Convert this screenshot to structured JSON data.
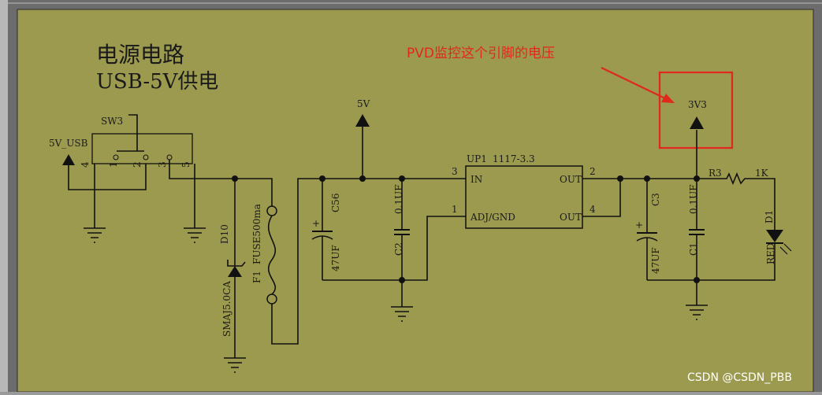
{
  "title": {
    "line1": "电源电路",
    "line2": "USB-5V供电"
  },
  "annotation": {
    "text": "PVD监控这个引脚的电压",
    "color": "#e0281e"
  },
  "watermark": "CSDN @CSDN_PBB",
  "colors": {
    "sheet": "#9c9a4f",
    "frame": "#6d6c6c",
    "wire": "#111111",
    "highlight": "#e0281e"
  },
  "power": {
    "usb": "5V_USB",
    "v5": "5V",
    "v33": "3V3"
  },
  "switch": {
    "ref": "SW3",
    "pins": [
      "4",
      "1",
      "2",
      "3",
      "5"
    ]
  },
  "tvs": {
    "ref": "D10",
    "value": "SMAJ5.0CA"
  },
  "fuse": {
    "ref": "F1",
    "value": "FUSE500ma"
  },
  "c56": {
    "ref": "C56",
    "value": "47UF",
    "plus": "+"
  },
  "c2": {
    "ref": "C2",
    "value": "0.1UF"
  },
  "regulator": {
    "ref": "UP1",
    "value": "1117-3.3",
    "pin_in": "IN",
    "pin_adj": "ADJ/GND",
    "pin_out1": "OUT",
    "pin_out2": "OUT",
    "n_in": "3",
    "n_adj": "1",
    "n_out1": "2",
    "n_out2": "4"
  },
  "c3": {
    "ref": "C3",
    "value": "47UF",
    "plus": "+"
  },
  "c1": {
    "ref": "C1",
    "value": "0.1UF"
  },
  "r3": {
    "ref": "R3",
    "value": "1K"
  },
  "d1": {
    "ref": "D1",
    "value": "RED"
  }
}
